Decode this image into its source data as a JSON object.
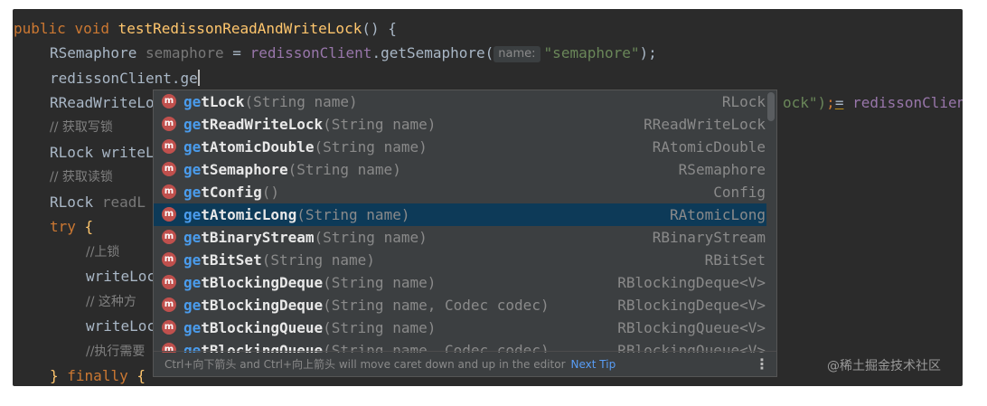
{
  "code": {
    "l0": {
      "kw1": "public",
      "kw2": "void",
      "fn": "testRedissonReadAndWriteLock",
      "rest": "() {"
    },
    "l1": {
      "type": "RSemaphore",
      "var": "semaphore",
      "eq": " = ",
      "obj": "redissonClient",
      "call": ".getSemaphore(",
      "hint": "name:",
      "str": "\"semaphore\"",
      "end": ");"
    },
    "l2": {
      "text": "redissonClient.ge"
    },
    "l3": {
      "text": "RReadWriteLo",
      "tail_str": "ock\")",
      "tail_semi": ";",
      "tail_eq": "=",
      "tail_obj": "redissonClien"
    },
    "l4": {
      "comment": "// 获取写锁"
    },
    "l5": {
      "text": "RLock writeL"
    },
    "l6": {
      "comment": "// 获取读锁"
    },
    "l7": {
      "type": "RLock",
      "var": "readL"
    },
    "l8": {
      "kw": "try",
      "rest": "{"
    },
    "l9": {
      "comment": "//上锁"
    },
    "l10": {
      "text": "writeLoc"
    },
    "l11": {
      "comment": "// 这种方"
    },
    "l12": {
      "text": "writeLoc"
    },
    "l13": {
      "comment": "//执行需要"
    },
    "l14": {
      "brace": "}",
      "kw": "finally",
      "rest": "{"
    }
  },
  "completion": {
    "icon_letter": "m",
    "items": [
      {
        "match": "ge",
        "name": "tLock",
        "params": "(String name)",
        "ret": "RLock"
      },
      {
        "match": "ge",
        "name": "tReadWriteLock",
        "params": "(String name)",
        "ret": "RReadWriteLock"
      },
      {
        "match": "ge",
        "name": "tAtomicDouble",
        "params": "(String name)",
        "ret": "RAtomicDouble"
      },
      {
        "match": "ge",
        "name": "tSemaphore",
        "params": "(String name)",
        "ret": "RSemaphore"
      },
      {
        "match": "ge",
        "name": "tConfig",
        "params": "()",
        "ret": "Config"
      },
      {
        "match": "ge",
        "name": "tAtomicLong",
        "params": "(String name)",
        "ret": "RAtomicLong"
      },
      {
        "match": "ge",
        "name": "tBinaryStream",
        "params": "(String name)",
        "ret": "RBinaryStream"
      },
      {
        "match": "ge",
        "name": "tBitSet",
        "params": "(String name)",
        "ret": "RBitSet"
      },
      {
        "match": "ge",
        "name": "tBlockingDeque",
        "params": "(String name)",
        "ret": "RBlockingDeque<V>"
      },
      {
        "match": "ge",
        "name": "tBlockingDeque",
        "params": "(String name, Codec codec)",
        "ret": "RBlockingDeque<V>"
      },
      {
        "match": "ge",
        "name": "tBlockingQueue",
        "params": "(String name)",
        "ret": "RBlockingQueue<V>"
      },
      {
        "match": "ge",
        "name": "tBlockingQueue",
        "params": "(String name, Codec codec)",
        "ret": "RBlockingQueue<V>"
      }
    ],
    "footer_text": "Ctrl+向下箭头 and Ctrl+向上箭头 will move caret down and up in the editor",
    "next_tip": "Next Tip"
  },
  "watermark": "@稀土掘金技术社区",
  "colors": {
    "editor_bg": "#2b2b2b",
    "popup_bg": "#3c3f41",
    "selection": "#0d3a58",
    "keyword": "#cc7832",
    "function": "#ffc66d",
    "string": "#6a8759",
    "variable": "#9876aa"
  }
}
